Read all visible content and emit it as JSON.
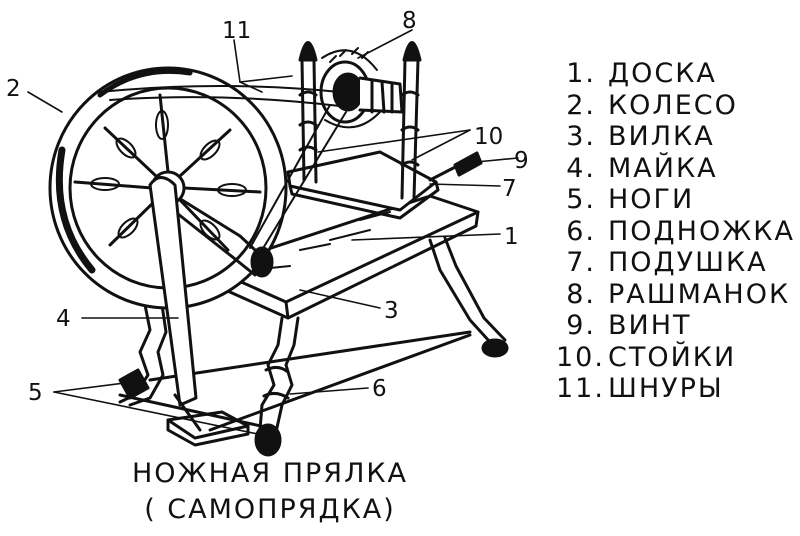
{
  "diagram": {
    "callout_numbers": [
      "1",
      "2",
      "3",
      "4",
      "5",
      "6",
      "7",
      "8",
      "9",
      "10",
      "11"
    ],
    "legend": [
      {
        "num": "1.",
        "label": "ДОСКА"
      },
      {
        "num": "2.",
        "label": "КОЛЕСО"
      },
      {
        "num": "3.",
        "label": "ВИЛКА"
      },
      {
        "num": "4.",
        "label": "МАЙКА"
      },
      {
        "num": "5.",
        "label": "НОГИ"
      },
      {
        "num": "6.",
        "label": "ПОДНОЖКА"
      },
      {
        "num": "7.",
        "label": "ПОДУШКА"
      },
      {
        "num": "8.",
        "label": "РАШМАНОК"
      },
      {
        "num": "9.",
        "label": "ВИНТ"
      },
      {
        "num": "10.",
        "label": "СТОЙКИ"
      },
      {
        "num": "11.",
        "label": "ШНУРЫ"
      }
    ],
    "caption_line1": "НОЖНАЯ ПРЯЛКА",
    "caption_line2": "( САМОПРЯДКА)",
    "ink_color": "#111111"
  }
}
